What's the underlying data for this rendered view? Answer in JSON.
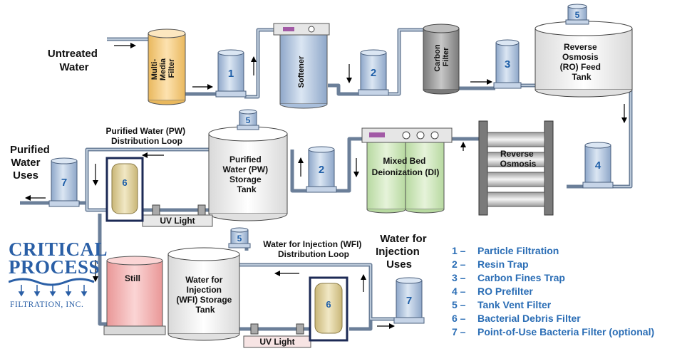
{
  "labels": {
    "untreated_water": [
      "Untreated",
      "Water"
    ],
    "multimedia_filter": [
      "Multi-",
      "Media",
      "Filter"
    ],
    "softener": "Softener",
    "carbon_filter": [
      "Carbon",
      "Filter"
    ],
    "ro_feed_tank": [
      "Reverse",
      "Osmosis",
      "(RO) Feed",
      "Tank"
    ],
    "reverse_osmosis": [
      "Reverse",
      "Osmosis"
    ],
    "mixed_bed_di": [
      "Mixed Bed",
      "Deionization (DI)"
    ],
    "pw_storage_tank": [
      "Purified",
      "Water (PW)",
      "Storage",
      "Tank"
    ],
    "pw_distribution_loop": [
      "Purified Water (PW)",
      "Distribution Loop"
    ],
    "purified_water_uses": [
      "Purified",
      "Water",
      "Uses"
    ],
    "uv_light": "UV Light",
    "still": "Still",
    "wfi_storage_tank": [
      "Water for",
      "Injection",
      "(WFI) Storage",
      "Tank"
    ],
    "wfi_distribution_loop": [
      "Water for Injection (WFI)",
      "Distribution Loop"
    ],
    "wfi_uses": [
      "Water for",
      "Injection",
      "Uses"
    ]
  },
  "filter_numbers": {
    "f1": "1",
    "f2_softener": "2",
    "f3_carbon": "3",
    "f4_ro": "4",
    "f5_ro_tank": "5",
    "f5_pw_tank": "5",
    "f5_wfi_tank": "5",
    "f2_di": "2",
    "f6_pw": "6",
    "f6_wfi": "6",
    "f7_pw": "7",
    "f7_wfi": "7"
  },
  "legend": [
    {
      "num": "1 –",
      "text": "Particle Filtration"
    },
    {
      "num": "2 –",
      "text": "Resin Trap"
    },
    {
      "num": "3 –",
      "text": "Carbon Fines Trap"
    },
    {
      "num": "4 –",
      "text": "RO Prefilter"
    },
    {
      "num": "5 –",
      "text": "Tank Vent Filter"
    },
    {
      "num": "6 –",
      "text": "Bacterial Debris Filter"
    },
    {
      "num": "7 –",
      "text": "Point-of-Use Bacteria Filter (optional)"
    }
  ],
  "logo": {
    "line1": "CRITICAL",
    "line2": "PROCESS",
    "line3": "FILTRATION, INC."
  },
  "colors": {
    "filter_housing": "#b9cbe3",
    "multimedia": "#fbd79a",
    "carbon": "#a5a5a5",
    "di": "#d2e9c0",
    "still": "#f4b9b9",
    "bacterial_filter": "#e2d4a0",
    "number": "#1f5fa8",
    "legend_text": "#2a6db5"
  }
}
